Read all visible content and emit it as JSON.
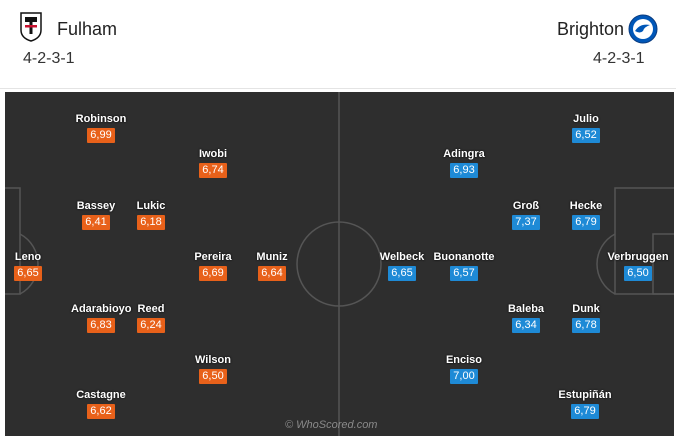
{
  "home": {
    "name": "Fulham",
    "formation": "4-2-3-1",
    "crest": "fulham-crest-icon",
    "color": "#e8611a",
    "players": [
      {
        "name": "Robinson",
        "rating": "6,99"
      },
      {
        "name": "Iwobi",
        "rating": "6,74"
      },
      {
        "name": "Bassey",
        "rating": "6,41"
      },
      {
        "name": "Lukic",
        "rating": "6,18"
      },
      {
        "name": "Leno",
        "rating": "6,65"
      },
      {
        "name": "Pereira",
        "rating": "6,69"
      },
      {
        "name": "Muniz",
        "rating": "6,64"
      },
      {
        "name": "Adarabioyo",
        "rating": "6,83"
      },
      {
        "name": "Reed",
        "rating": "6,24"
      },
      {
        "name": "Wilson",
        "rating": "6,50"
      },
      {
        "name": "Castagne",
        "rating": "6,62"
      }
    ]
  },
  "away": {
    "name": "Brighton",
    "formation": "4-2-3-1",
    "crest": "brighton-crest-icon",
    "color": "#1e8ad6",
    "players": [
      {
        "name": "Julio",
        "rating": "6,52"
      },
      {
        "name": "Adingra",
        "rating": "6,93"
      },
      {
        "name": "Groß",
        "rating": "7,37"
      },
      {
        "name": "Hecke",
        "rating": "6,79"
      },
      {
        "name": "Welbeck",
        "rating": "6,65"
      },
      {
        "name": "Buonanotte",
        "rating": "6,57"
      },
      {
        "name": "Verbruggen",
        "rating": "6,50"
      },
      {
        "name": "Baleba",
        "rating": "6,34"
      },
      {
        "name": "Dunk",
        "rating": "6,78"
      },
      {
        "name": "Enciso",
        "rating": "7,00"
      },
      {
        "name": "Estupiñán",
        "rating": "6,79"
      }
    ]
  },
  "watermark": "© WhoScored.com"
}
